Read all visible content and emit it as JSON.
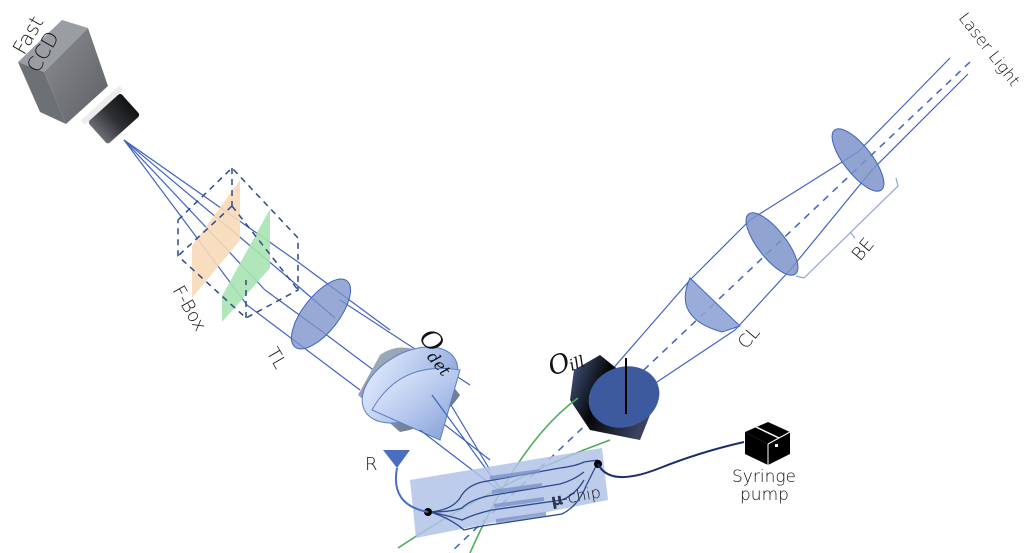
{
  "diagram": {
    "title": "Light-sheet microscopy setup with microfluidic chip",
    "colors": {
      "beam": "#3f63c0",
      "lens_fill": "#7d93c9",
      "chip_fill": "#b3c3e8",
      "channel": "#2b4a8a",
      "fluid_line": "#4cae5a",
      "tube": "#1a2e6a",
      "filter_orange": "#f8d9b8",
      "filter_green": "#a9e3b4",
      "camera": "#6f7378"
    },
    "labels": {
      "camera_line1": "Fast",
      "camera_line2": "CCD",
      "fbox": "F-Box",
      "tube_lens": "TL",
      "det_objective_main": "O",
      "det_objective_sub": "det",
      "ill_objective_main": "O",
      "ill_objective_sub": "ill",
      "cylindrical_lens": "CL",
      "beam_expander": "BE",
      "laser": "Laser Light",
      "reservoir": "R",
      "chip_mu": "μ",
      "chip_rest": "-chip",
      "pump_line1": "Syringe",
      "pump_line2": "pump"
    },
    "components": [
      {
        "id": "camera",
        "name": "Fast CCD"
      },
      {
        "id": "fbox",
        "name": "F-Box"
      },
      {
        "id": "tube-lens",
        "name": "TL"
      },
      {
        "id": "detection-objective",
        "name": "O_det"
      },
      {
        "id": "illumination-objective",
        "name": "O_ill"
      },
      {
        "id": "cylindrical-lens",
        "name": "CL"
      },
      {
        "id": "beam-expander",
        "name": "BE"
      },
      {
        "id": "laser",
        "name": "Laser Light"
      },
      {
        "id": "reservoir",
        "name": "R"
      },
      {
        "id": "microfluidic-chip",
        "name": "μ-chip"
      },
      {
        "id": "syringe-pump",
        "name": "Syringe pump"
      }
    ]
  }
}
